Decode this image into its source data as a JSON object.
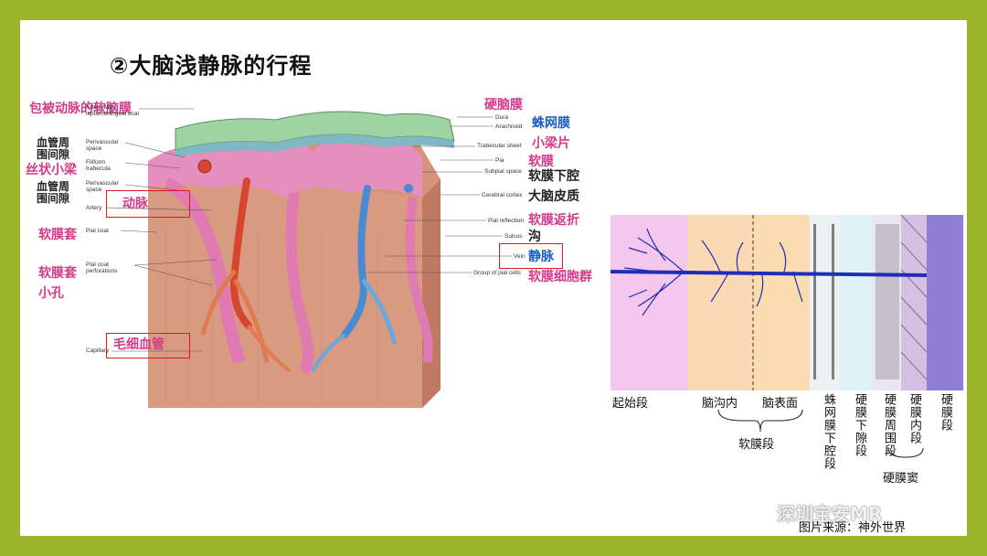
{
  "title": "②大脑浅静脉的行程",
  "left_labels_cn": {
    "pia_artery": "包被动脉的软脑膜",
    "perivascular_1": "血管周围间隙",
    "filiform": "丝状小梁",
    "perivascular_2": "血管周围间隙",
    "artery": "动脉",
    "pial_coat": "软膜套",
    "pial_perforations": "软膜套小孔",
    "capillary": "毛细血管"
  },
  "left_labels_en": {
    "artery_coat": "Artery with leptomeningeal coat",
    "perivascular_1": "Perivascular space",
    "filiform": "Filiform trabecula",
    "perivascular_2": "Perivascular space",
    "artery": "Artery",
    "pial_coat": "Pial coat",
    "pial_perforations": "Pial coat perforations",
    "capillary": "Capillary"
  },
  "right_labels_en": {
    "dura": "Dura",
    "arachnoid": "Arachnoid",
    "trabecular": "Trabecular sheet",
    "pia": "Pia",
    "subpial": "Subpial space",
    "cortex": "Cerebral cortex",
    "pial_reflection": "Pial reflection",
    "sulcus": "Sulcus",
    "vein": "Vein",
    "pial_cells": "Group of pial cells"
  },
  "right_labels_cn": {
    "dura": "硬脑膜",
    "arachnoid": "蛛网膜",
    "trabecular": "小梁片",
    "pia": "软膜",
    "subpial": "软膜下腔",
    "cortex": "大脑皮质",
    "pial_reflection": "软膜返折",
    "sulcus": "沟",
    "vein": "静脉",
    "pial_cells": "软膜细胞群"
  },
  "segments": {
    "origin": "起始段",
    "in_sulcus": "脑沟内",
    "surface": "脑表面",
    "pial_segment": "软膜段",
    "arachnoid_subdural": "蛛网膜下腔段",
    "subdural_gap": "硬膜下隙段",
    "peridural": "硬膜周围段",
    "intradural": "硬膜内段",
    "dura_segment": "硬膜段",
    "dural_sinus": "硬膜窦"
  },
  "watermark": "深圳宝安MR",
  "source": "图片来源：神外世界",
  "colors": {
    "border": "#9cb52d",
    "pink_label": "#d63a8a",
    "blue_label": "#1a5ec4",
    "highlight_box": "#e01b1b",
    "vein_blue": "#1d2fb8"
  }
}
